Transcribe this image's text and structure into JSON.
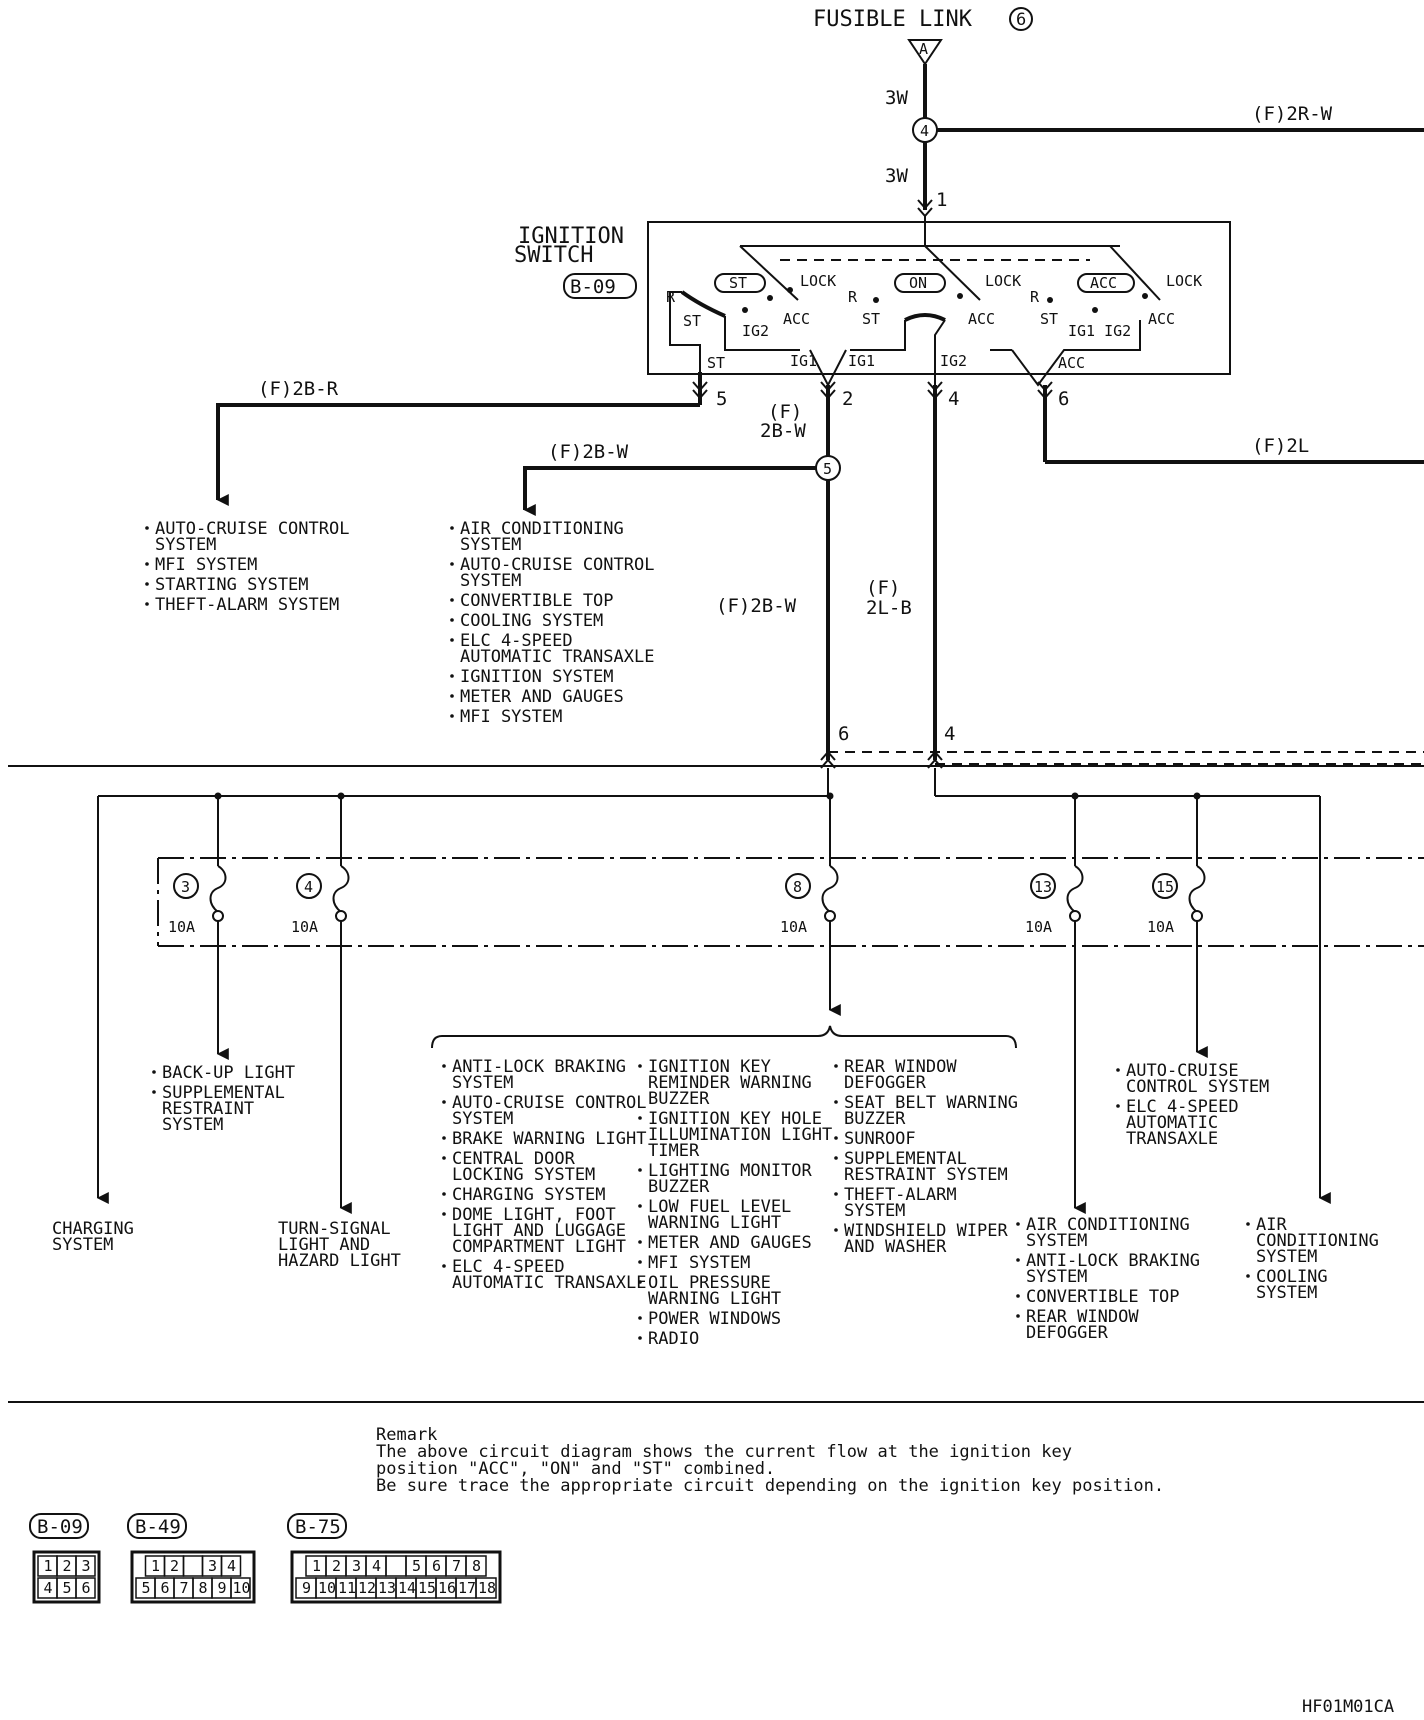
{
  "fusible_link": "FUSIBLE LINK",
  "fusible_link_num": "6",
  "top_connector": "A",
  "wires": {
    "w3w_a": "3W",
    "w3w_b": "3W",
    "f2rw": "(F)2R-W",
    "f2br": "(F)2B-R",
    "f2bw_line1": "(F)",
    "f2bw_line2": "2B-W",
    "f2bw_branch": "(F)2B-W",
    "f2l": "(F)2L",
    "f2bw_down": "(F)2B-W",
    "f2lb_line1": "(F)",
    "f2lb_line2": "2L-B"
  },
  "joints": {
    "j4": "4",
    "j5": "5"
  },
  "pins": {
    "p1": "1",
    "p5": "5",
    "p2": "2",
    "p4": "4",
    "p6": "6",
    "p6b": "6",
    "p4b": "4"
  },
  "ignition_switch": {
    "title_line1": "IGNITION",
    "title_line2": "SWITCH",
    "connector": "B-09",
    "st_badge": "ST",
    "on_badge": "ON",
    "acc_badge": "ACC",
    "lock1": "LOCK",
    "lock2": "LOCK",
    "lock3": "LOCK",
    "acc1": "ACC",
    "acc2": "ACC",
    "acc3": "ACC",
    "acc_out": "ACC",
    "r1": "R",
    "r2": "R",
    "r3": "R",
    "st1": "ST",
    "st2": "ST",
    "st3": "ST",
    "st_out": "ST",
    "ig2_a": "IG2",
    "ig1_a": "IG1",
    "ig1_b": "IG1",
    "ig2_b": "IG2",
    "ig1ig2": "IG1 IG2"
  },
  "left_list": [
    "AUTO-CRUISE CONTROL SYSTEM",
    "MFI SYSTEM",
    "STARTING SYSTEM",
    "THEFT-ALARM SYSTEM"
  ],
  "mid_list": [
    "AIR CONDITIONING SYSTEM",
    "AUTO-CRUISE CONTROL SYSTEM",
    "CONVERTIBLE TOP",
    "COOLING SYSTEM",
    "ELC 4-SPEED AUTOMATIC TRANSAXLE",
    "IGNITION SYSTEM",
    "METER AND GAUGES",
    "MFI SYSTEM"
  ],
  "fuses": [
    {
      "num": "3",
      "amp": "10A"
    },
    {
      "num": "4",
      "amp": "10A"
    },
    {
      "num": "8",
      "amp": "10A"
    },
    {
      "num": "13",
      "amp": "10A"
    },
    {
      "num": "15",
      "amp": "10A"
    }
  ],
  "dests": {
    "charging": "CHARGING SYSTEM",
    "turn_signal": "TURN-SIGNAL LIGHT AND HAZARD LIGHT",
    "backup": [
      "BACK-UP LIGHT",
      "SUPPLEMENTAL RESTRAINT SYSTEM"
    ],
    "col1": [
      "ANTI-LOCK BRAKING SYSTEM",
      "AUTO-CRUISE CONTROL SYSTEM",
      "BRAKE WARNING LIGHT",
      "CENTRAL DOOR LOCKING SYSTEM",
      "CHARGING SYSTEM",
      "DOME LIGHT, FOOT LIGHT AND LUGGAGE COMPARTMENT LIGHT",
      "ELC 4-SPEED AUTOMATIC TRANSAXLE"
    ],
    "col2": [
      "IGNITION KEY REMINDER WARNING BUZZER",
      "IGNITION KEY HOLE ILLUMINATION LIGHT TIMER",
      "LIGHTING MONITOR BUZZER",
      "LOW FUEL LEVEL WARNING LIGHT",
      "METER AND GAUGES",
      "MFI SYSTEM",
      "OIL PRESSURE WARNING LIGHT",
      "POWER WINDOWS",
      "RADIO"
    ],
    "col3": [
      "REAR WINDOW DEFOGGER",
      "SEAT BELT WARNING BUZZER",
      "SUNROOF",
      "SUPPLEMENTAL RESTRAINT SYSTEM",
      "THEFT-ALARM SYSTEM",
      "WINDSHIELD WIPER AND WASHER"
    ],
    "fuse13": [
      "AIR CONDITIONING SYSTEM",
      "ANTI-LOCK BRAKING SYSTEM",
      "CONVERTIBLE TOP",
      "REAR WINDOW DEFOGGER"
    ],
    "fuse15": [
      "AUTO-CRUISE CONTROL SYSTEM",
      "ELC 4-SPEED AUTOMATIC TRANSAXLE"
    ],
    "right": [
      "AIR CONDITIONING SYSTEM",
      "COOLING SYSTEM"
    ]
  },
  "remark": {
    "title": "Remark",
    "line1": "The above circuit diagram shows the current flow at the ignition key",
    "line2": "position \"ACC\", \"ON\" and \"ST\" combined.",
    "line3": "Be sure trace the appropriate circuit depending on the ignition key position."
  },
  "connectors": {
    "b09": {
      "label": "B-09",
      "top": [
        "1",
        "2",
        "3"
      ],
      "bottom": [
        "4",
        "5",
        "6"
      ]
    },
    "b49": {
      "label": "B-49",
      "top": [
        "1",
        "2",
        "",
        "3",
        "4"
      ],
      "bottom": [
        "5",
        "6",
        "7",
        "8",
        "9",
        "10"
      ]
    },
    "b75": {
      "label": "B-75",
      "top": [
        "1",
        "2",
        "3",
        "4",
        "",
        "5",
        "6",
        "7",
        "8"
      ],
      "bottom": [
        "9",
        "10",
        "11",
        "12",
        "13",
        "14",
        "15",
        "16",
        "17",
        "18"
      ]
    }
  },
  "figure_code": "HF01M01CA"
}
